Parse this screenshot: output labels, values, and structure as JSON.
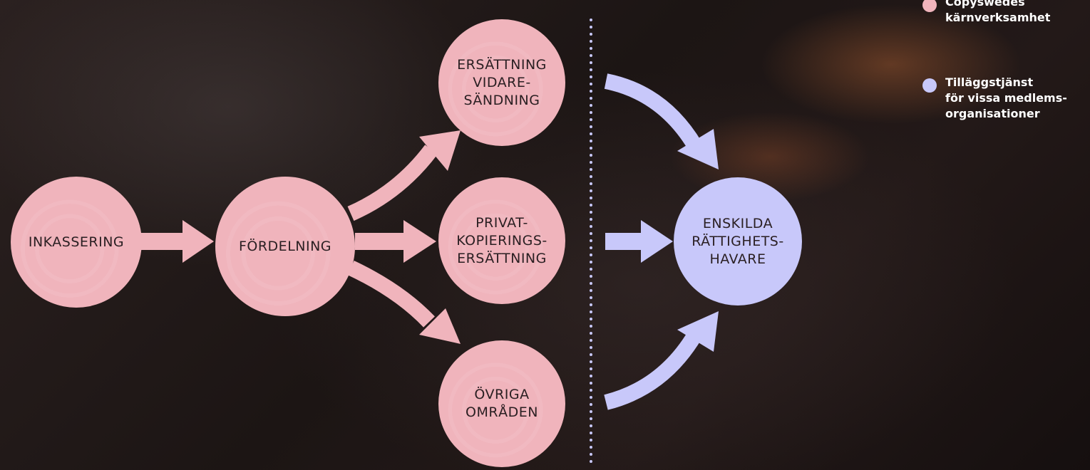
{
  "nodes": {
    "inkassering": "INKASSERING",
    "fordelning": "FÖRDELNING",
    "ersattning_vidaresandning": "ERSÄTTNING\nVIDARE-\nSÄNDNING",
    "privatkopieringsersattning": "PRIVAT-\nKOPIERINGS-\nERSÄTTNING",
    "ovriga_omraden": "ÖVRIGA\nOMRÅDEN",
    "enskilda_rattighetshavare": "ENSKILDA\nRÄTTIGHETS-\nHAVARE"
  },
  "legend": {
    "core": {
      "label": "Copyswedes\nkärnverksamhet",
      "color": "#f0b4bc"
    },
    "addon": {
      "label": "Tilläggstjänst\nför vissa medlems-\norganisationer",
      "color": "#c8c8fa"
    }
  },
  "colors": {
    "pink": "#f0b4bc",
    "blue": "#c8c8fa",
    "divider": "#c8c8fa"
  }
}
